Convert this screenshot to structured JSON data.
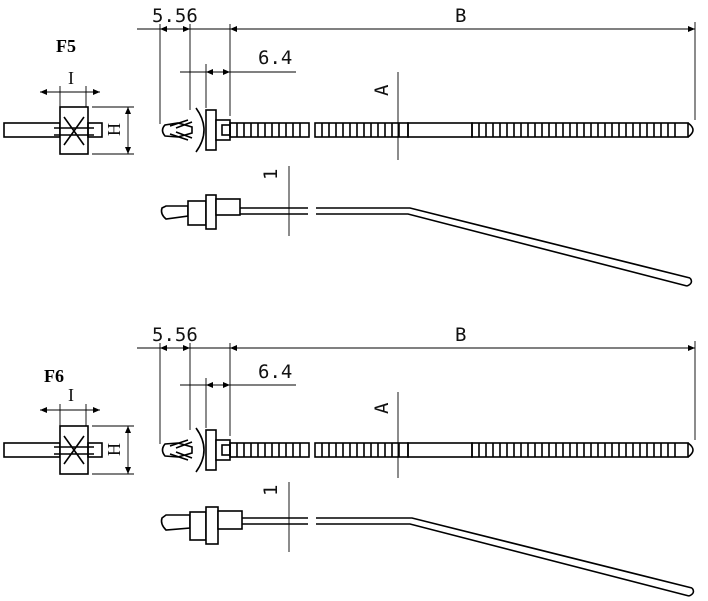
{
  "figures": [
    {
      "id": "F5",
      "title": "F5",
      "dims": {
        "pitch": "5.56",
        "length": "B",
        "head": "6.4",
        "strap_width": "A",
        "thickness": "1",
        "mount_width": "I",
        "mount_height": "H"
      }
    },
    {
      "id": "F6",
      "title": "F6",
      "dims": {
        "pitch": "5.56",
        "length": "B",
        "head": "6.4",
        "strap_width": "A",
        "thickness": "1",
        "mount_width": "I",
        "mount_height": "H"
      }
    }
  ]
}
